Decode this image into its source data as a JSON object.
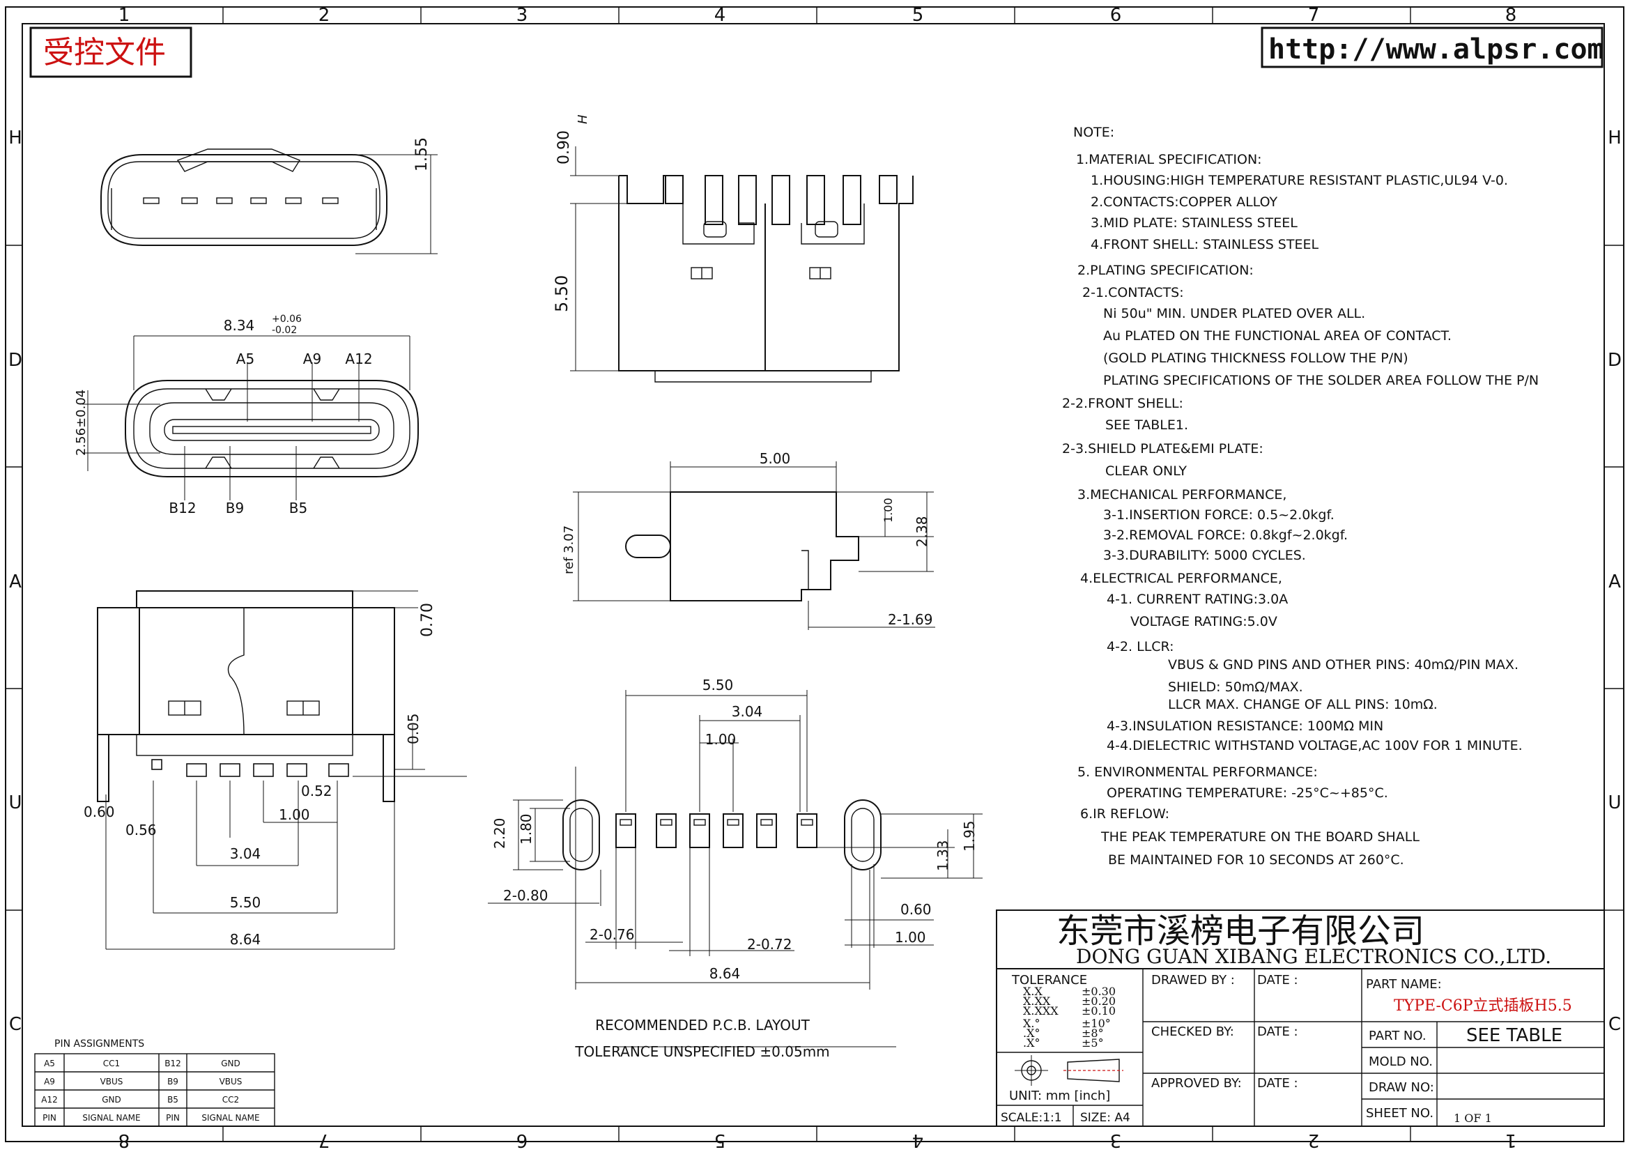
{
  "grid": {
    "top": [
      "1",
      "2",
      "3",
      "4",
      "5",
      "6",
      "7",
      "8"
    ],
    "bottom": [
      "8",
      "7",
      "6",
      "5",
      "4",
      "3",
      "2",
      "1"
    ],
    "left": [
      "H",
      "D",
      "A",
      "U",
      "C"
    ],
    "right": [
      "H",
      "D",
      "A",
      "U",
      "C"
    ]
  },
  "stamp": "受控文件",
  "url": "http://www.alpsr.com",
  "notes": [
    "NOTE:",
    "1.MATERIAL SPECIFICATION:",
    "1.HOUSING:HIGH TEMPERATURE RESISTANT PLASTIC,UL94 V-0.",
    "2.CONTACTS:COPPER ALLOY",
    "3.MID PLATE: STAINLESS STEEL",
    "4.FRONT SHELL: STAINLESS STEEL",
    "2.PLATING SPECIFICATION:",
    "2-1.CONTACTS:",
    "Ni 50u\" MIN. UNDER PLATED OVER ALL.",
    "Au PLATED ON THE FUNCTIONAL AREA OF CONTACT.",
    "(GOLD PLATING THICKNESS FOLLOW THE P/N)",
    "PLATING SPECIFICATIONS OF THE SOLDER AREA FOLLOW THE P/N",
    "2-2.FRONT SHELL:",
    "SEE TABLE1.",
    "2-3.SHIELD PLATE&EMI PLATE:",
    "CLEAR ONLY",
    "3.MECHANICAL PERFORMANCE,",
    "3-1.INSERTION FORCE: 0.5~2.0kgf.",
    "3-2.REMOVAL FORCE: 0.8kgf~2.0kgf.",
    "3-3.DURABILITY: 5000 CYCLES.",
    "4.ELECTRICAL PERFORMANCE,",
    "4-1. CURRENT RATING:3.0A",
    "VOLTAGE RATING:5.0V",
    "4-2. LLCR:",
    "VBUS & GND PINS AND OTHER PINS: 40mΩ/PIN MAX.",
    "SHIELD: 50mΩ/MAX.",
    "LLCR MAX. CHANGE OF ALL PINS: 10mΩ.",
    "4-3.INSULATION RESISTANCE: 100MΩ MIN",
    "4-4.DIELECTRIC WITHSTAND VOLTAGE,AC 100V FOR 1 MINUTE.",
    "5. ENVIRONMENTAL PERFORMANCE:",
    "OPERATING TEMPERATURE: -25°C~+85°C.",
    "6.IR REFLOW:",
    "THE PEAK TEMPERATURE ON THE BOARD SHALL",
    "BE MAINTAINED FOR 10 SECONDS AT 260°C."
  ],
  "dims": {
    "d155": "1.55",
    "d834": "8.34",
    "d834p": "+0.06",
    "d834m": "-0.02",
    "a5": "A5",
    "a9": "A9",
    "a12": "A12",
    "b12": "B12",
    "b9": "B9",
    "b5": "B5",
    "d256": "2.56±0.04",
    "d090": "0.90",
    "dH": "H",
    "d550v": "5.50",
    "d500": "5.00",
    "dref": "ref 3.07",
    "d100s": "1.00",
    "d238": "2.38",
    "d169": "2-1.69",
    "d070": "0.70",
    "d005": "0.05",
    "d060": "0.60",
    "d052": "0.52",
    "d056": "0.56",
    "d100a": "1.00",
    "d304a": "3.04",
    "d550a": "5.50",
    "d864a": "8.64",
    "p550": "5.50",
    "p304": "3.04",
    "p100": "1.00",
    "p220": "2.20",
    "p180": "1.80",
    "p133": "1.33",
    "p195": "1.95",
    "p080": "2-0.80",
    "p076": "2-0.76",
    "p072": "2-0.72",
    "p060": "0.60",
    "p100b": "1.00",
    "p864": "8.64"
  },
  "pcb": {
    "title": "RECOMMENDED P.C.B. LAYOUT",
    "tolerance": "TOLERANCE UNSPECIFIED ±0.05mm"
  },
  "pins": {
    "title": "PIN ASSIGNMENTS",
    "rows": [
      [
        "A5",
        "CC1",
        "B12",
        "GND"
      ],
      [
        "A9",
        "VBUS",
        "B9",
        "VBUS"
      ],
      [
        "A12",
        "GND",
        "B5",
        "CC2"
      ],
      [
        "PIN",
        "SIGNAL NAME",
        "PIN",
        "SIGNAL NAME"
      ]
    ]
  },
  "titleblock": {
    "company_cn": "东莞市溪榜电子有限公司",
    "company_en": "DONG GUAN XIBANG ELECTRONICS CO.,LTD.",
    "tolerance": "TOLERANCE",
    "tol_rows": [
      [
        "X.X",
        "±0.30"
      ],
      [
        "X.XX",
        "±0.20"
      ],
      [
        "X.XXX",
        "±0.10"
      ],
      [
        "X.°",
        "±10°"
      ],
      [
        ".X°",
        "±8°"
      ],
      [
        ".X°",
        "±5°"
      ]
    ],
    "drawn_by": "DRAWED BY :",
    "checked_by": "CHECKED BY:",
    "approved_by": "APPROVED BY:",
    "date": "DATE :",
    "part_name_label": "PART NAME:",
    "part_name": "TYPE-C6P立式插板H5.5",
    "part_no_label": "PART NO.",
    "part_no": "SEE TABLE",
    "mold_no": "MOLD NO.",
    "draw_no": "DRAW NO:",
    "sheet_no": "SHEET NO.",
    "sheet": "1 OF 1",
    "unit": "UNIT: mm [inch]",
    "scale": "SCALE:1:1",
    "size": "SIZE: A4"
  },
  "colors": {
    "line": "#111111",
    "stamp": "#cc1111"
  }
}
